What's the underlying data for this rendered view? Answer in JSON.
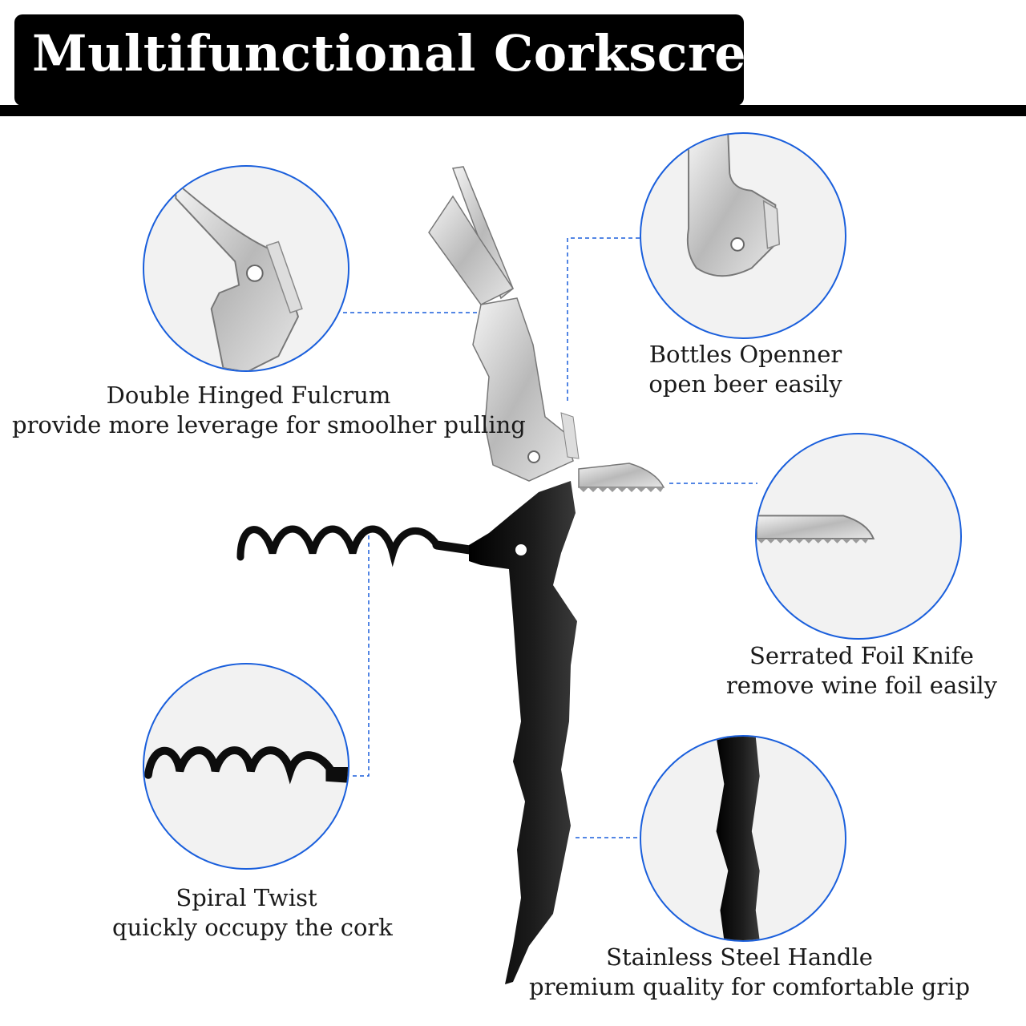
{
  "title": "Multifunctional Corkscrew",
  "colors": {
    "accent": "#1a5fdc",
    "steel": "#c9c9c9",
    "handle": "#111111"
  },
  "features": {
    "fulcrum": {
      "name": "Double Hinged Fulcrum",
      "desc": "provide more leverage for smoolher pulling"
    },
    "opener": {
      "name": "Bottles Openner",
      "desc": "open beer easily"
    },
    "knife": {
      "name": "Serrated Foil Knife",
      "desc": "remove wine foil easily"
    },
    "spiral": {
      "name": "Spiral Twist",
      "desc": "quickly occupy the cork"
    },
    "handle": {
      "name": "Stainless Steel Handle",
      "desc": "premium quality for comfortable grip"
    }
  }
}
